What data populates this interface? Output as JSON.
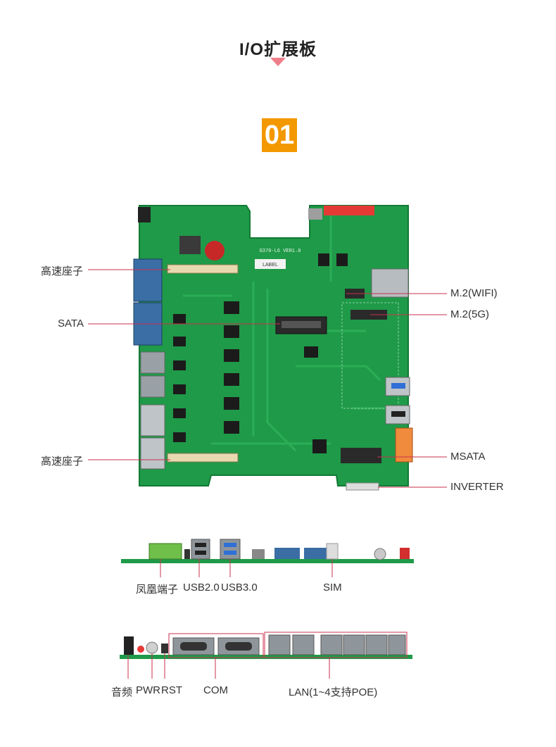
{
  "heading": "I/O扩展板",
  "section_number": "01",
  "board_silkscreen": "G370-L6 VER1.0",
  "board_label_text": "LABEL",
  "callouts_left": [
    "高速座子",
    "SATA",
    "高速座子"
  ],
  "callouts_right": [
    "M.2(WIFI)",
    "M.2(5G)",
    "MSATA",
    "INVERTER"
  ],
  "side_view_1": [
    "凤凰端子",
    "USB2.0",
    "USB3.0",
    "SIM"
  ],
  "side_view_2": [
    "音频",
    "PWR",
    "RST",
    "COM",
    "LAN(1~4支持POE)"
  ],
  "colors": {
    "pcb": "#1f9a48",
    "pcb_dark": "#127a35",
    "callout_line": "#c8304e",
    "accent": "#f39800",
    "arrow": "#f07e8a"
  }
}
